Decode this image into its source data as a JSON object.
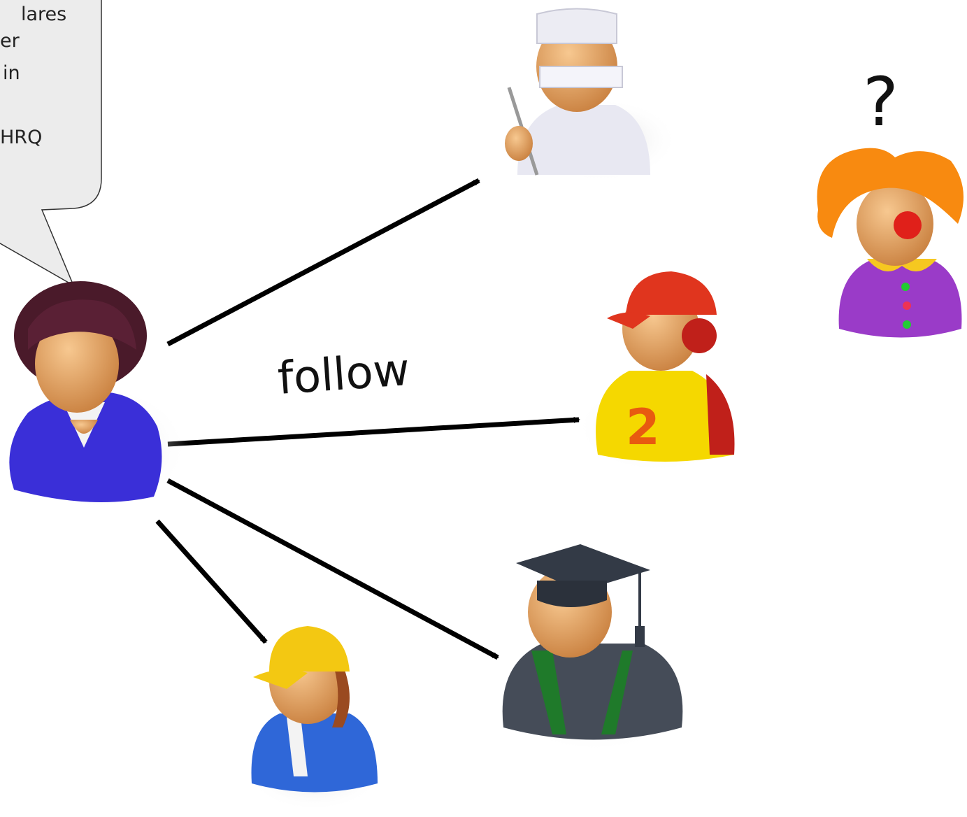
{
  "speech_bubble": {
    "lines": [
      "lares",
      "er",
      " in",
      "",
      "HRQ"
    ]
  },
  "edge_label": "follow",
  "unknown_marker": "?",
  "people": {
    "source": {
      "role": "woman-user",
      "icon": "woman-avatar-icon"
    },
    "surgeon": {
      "role": "surgeon",
      "icon": "surgeon-avatar-icon"
    },
    "athlete": {
      "role": "athlete",
      "icon": "athlete-avatar-icon",
      "jersey": "2"
    },
    "graduate": {
      "role": "graduate",
      "icon": "graduate-avatar-icon"
    },
    "worker": {
      "role": "construction-worker",
      "icon": "worker-avatar-icon"
    },
    "clown": {
      "role": "clown",
      "icon": "clown-avatar-icon"
    }
  },
  "colors": {
    "arrow": "#000000",
    "bubble_fill": "#ececec",
    "bubble_stroke": "#333333"
  }
}
